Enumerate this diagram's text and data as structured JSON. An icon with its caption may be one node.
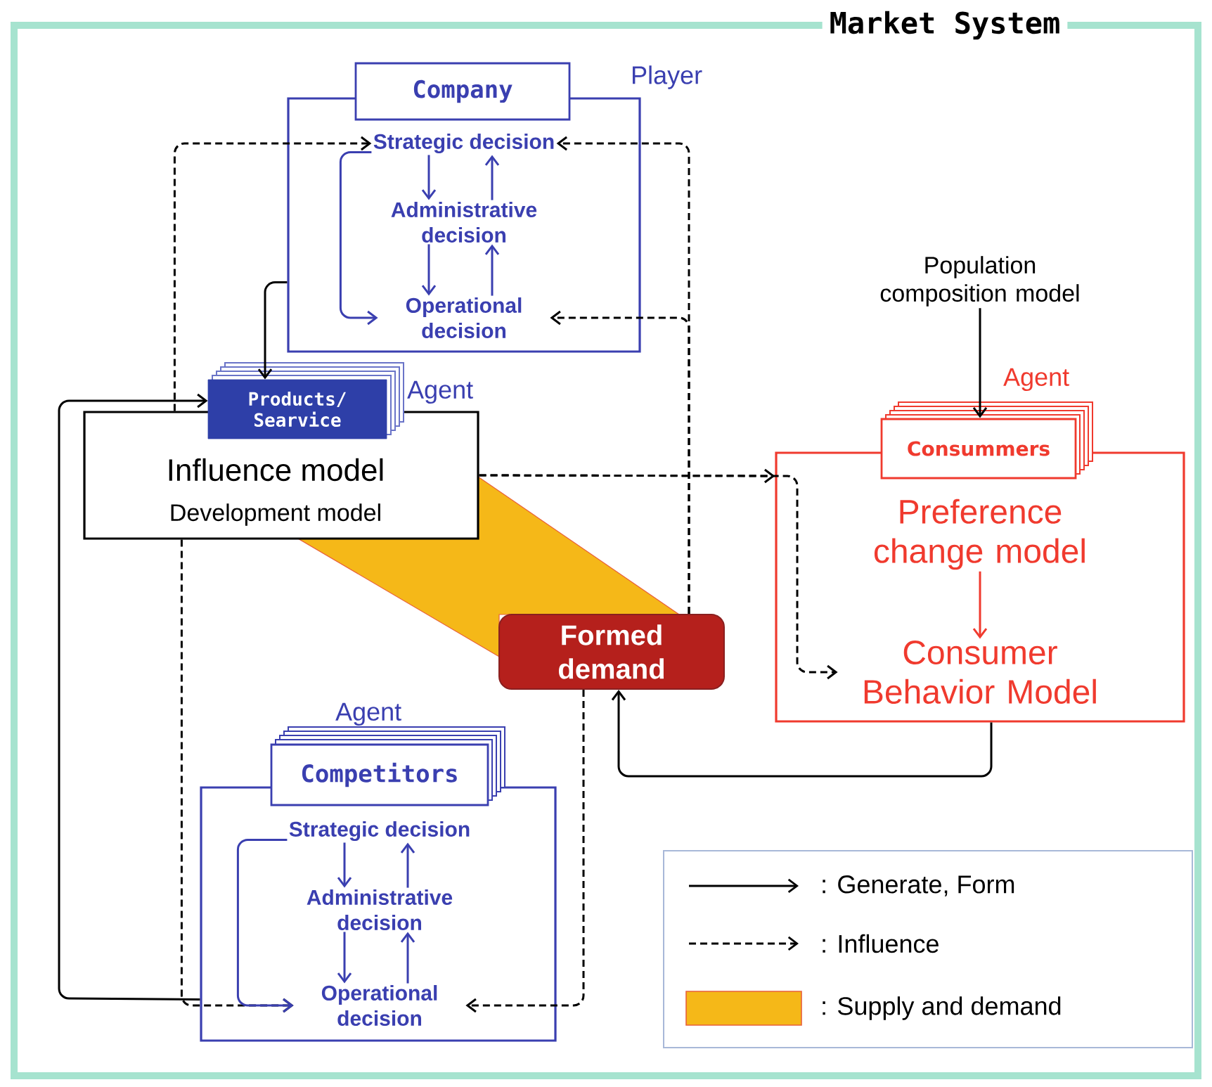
{
  "diagram": {
    "nodes": [
      {
        "text": [
          "Market System"
        ]
      },
      {
        "text": [
          "Company"
        ],
        "beside": [
          "Player"
        ],
        "in": 0
      },
      {
        "text": [
          "Strategic decision"
        ],
        "in": 1
      },
      {
        "text": [
          "Administrative decision"
        ],
        "in": 1
      },
      {
        "text": [
          "Operational decision"
        ],
        "in": 1
      },
      {
        "text": [
          "Products/ Searvice"
        ],
        "beside": [
          "Agent"
        ],
        "in": 0
      },
      {
        "text": [
          "Influence model",
          "Development model"
        ],
        "in": 0
      },
      {
        "text": [
          "Formed demand"
        ],
        "in": 0
      },
      {
        "text": [
          "Population composition model"
        ],
        "in": 0
      },
      {
        "text": [
          "Consummers"
        ],
        "beside": [
          "Agent"
        ],
        "in": 0
      },
      {
        "text": [
          "Preference change model"
        ],
        "in": 9
      },
      {
        "text": [
          "Consumer Behavior Model"
        ],
        "in": 9
      },
      {
        "text": [
          "Competitors"
        ],
        "beside": [
          "Agent"
        ],
        "in": 0
      },
      {
        "text": [
          "Strategic decision"
        ],
        "in": 12
      },
      {
        "text": [
          "Administrative decision"
        ],
        "in": 12
      },
      {
        "text": [
          "Operational decision"
        ],
        "in": 12
      },
      {
        "text": [],
        "shape": "band",
        "in": 0
      }
    ],
    "edges": [
      {
        "from": 1,
        "to": 5,
        "arrow": "to"
      },
      {
        "from": 12,
        "to": 5,
        "arrow": "to"
      },
      {
        "from": 6,
        "to": 2,
        "arrow": "to",
        "style": "dashed"
      },
      {
        "from": 7,
        "to": 2,
        "arrow": "to",
        "style": "dashed"
      },
      {
        "from": 7,
        "to": 4,
        "arrow": "to",
        "style": "dashed"
      },
      {
        "from": 6,
        "to": 15,
        "arrow": "to",
        "style": "dashed"
      },
      {
        "from": 7,
        "to": 15,
        "arrow": "to",
        "style": "dashed"
      },
      {
        "from": 6,
        "to": 9,
        "arrow": "to",
        "style": "dashed"
      },
      {
        "from": 6,
        "to": 11,
        "arrow": "to",
        "style": "dashed"
      },
      {
        "from": 8,
        "to": 9,
        "arrow": "to"
      },
      {
        "from": 9,
        "to": 7,
        "arrow": "to"
      },
      {
        "from": 2,
        "to": 3,
        "arrow": "to",
        "color": "#3a3fb0"
      },
      {
        "from": 3,
        "to": 2,
        "arrow": "to",
        "color": "#3a3fb0"
      },
      {
        "from": 3,
        "to": 4,
        "arrow": "to",
        "color": "#3a3fb0"
      },
      {
        "from": 4,
        "to": 3,
        "arrow": "to",
        "color": "#3a3fb0"
      },
      {
        "from": 2,
        "to": 4,
        "arrow": "to",
        "color": "#3a3fb0"
      },
      {
        "from": 13,
        "to": 14,
        "arrow": "to",
        "color": "#3a3fb0"
      },
      {
        "from": 14,
        "to": 13,
        "arrow": "to",
        "color": "#3a3fb0"
      },
      {
        "from": 14,
        "to": 15,
        "arrow": "to",
        "color": "#3a3fb0"
      },
      {
        "from": 15,
        "to": 14,
        "arrow": "to",
        "color": "#3a3fb0"
      },
      {
        "from": 13,
        "to": 15,
        "arrow": "to",
        "color": "#3a3fb0"
      },
      {
        "from": 10,
        "to": 11,
        "arrow": "to",
        "color": "#f03a2e"
      }
    ],
    "legend": [
      {
        "text": ": Generate, Form"
      },
      {
        "text": ": Influence"
      },
      {
        "text": ": Supply and demand",
        "color": "#f5b818"
      }
    ]
  }
}
